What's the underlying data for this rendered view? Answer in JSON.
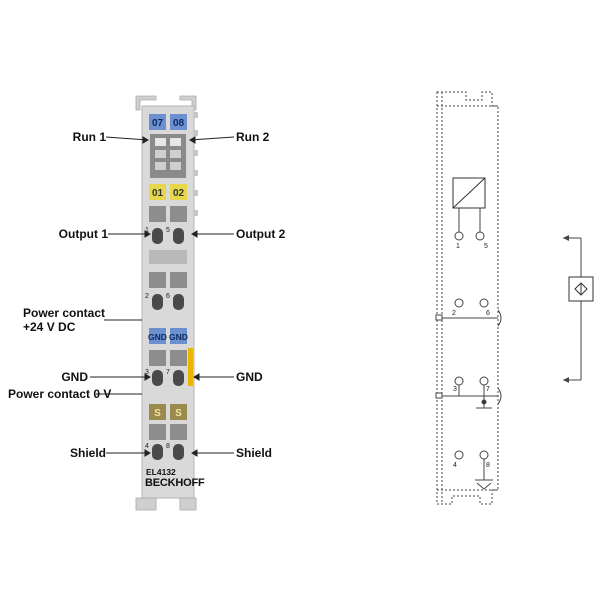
{
  "labels": {
    "run1": "Run 1",
    "run2": "Run 2",
    "output1": "Output 1",
    "output2": "Output 2",
    "power_24v_line1": "Power contact",
    "power_24v_line2": "+24 V DC",
    "gnd_left": "GND",
    "gnd_right": "GND",
    "power_0v": "Power contact 0 V",
    "shield_left": "Shield",
    "shield_right": "Shield"
  },
  "module": {
    "model": "EL4132",
    "brand": "BECKHOFF",
    "led_tags": [
      "07",
      "08"
    ],
    "channel_tags": [
      "01",
      "02"
    ],
    "gnd_tags": [
      "GND",
      "GND"
    ],
    "shield_tags": [
      "S",
      "S"
    ],
    "contact_numbers": [
      "1",
      "5",
      "2",
      "6",
      "3",
      "7",
      "4",
      "8"
    ]
  },
  "schematic": {
    "terminal_numbers": [
      "1",
      "5",
      "2",
      "6",
      "3",
      "7",
      "4",
      "8"
    ]
  },
  "colors": {
    "blue_tag": "#6b8fcf",
    "yellow_tag": "#e6d84a",
    "shield_tag": "#9a8a4e",
    "power_rail": "#e8b800",
    "module_body": "#d9d9d9"
  }
}
